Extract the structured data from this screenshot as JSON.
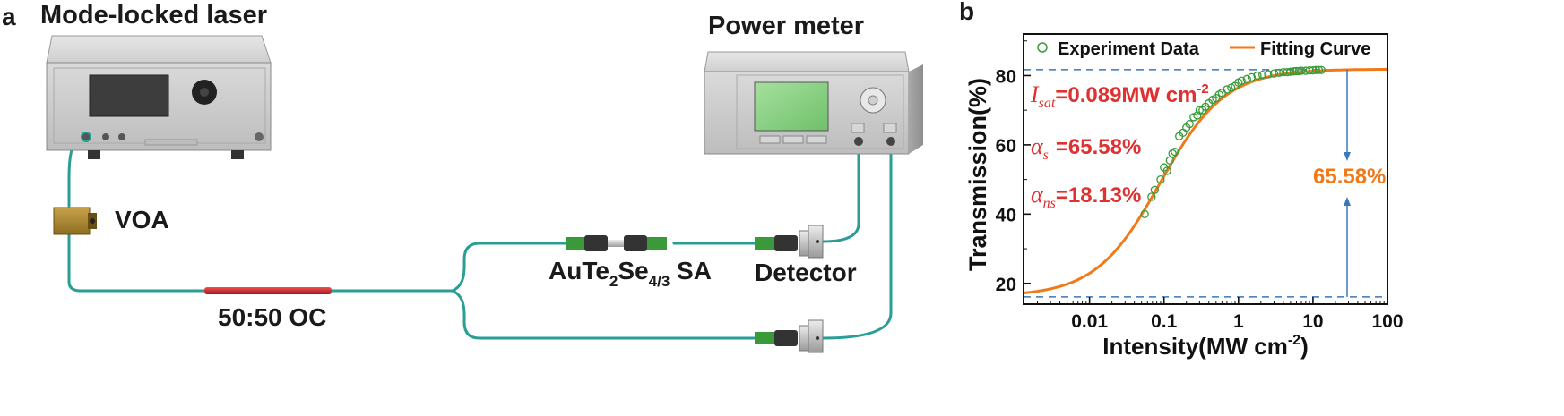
{
  "panel_a": {
    "tag": "a",
    "laser_label": "Mode-locked laser",
    "power_meter_label": "Power meter",
    "voa_label": "VOA",
    "coupler_label": "50:50 OC",
    "sa_label": {
      "base": "AuTe",
      "sub1": "2",
      "mid": "Se",
      "sub2": "4/3",
      "tail": " SA"
    },
    "detector_label": "Detector",
    "colors": {
      "fiber": "#2a9d94",
      "coupler": "#d42a2a",
      "device": "#c9c9c9",
      "screen": "#8fd48a"
    }
  },
  "panel_b": {
    "tag": "b",
    "annotation_isat": {
      "sym": "I",
      "sub": "sat",
      "text": "=0.089MW cm",
      "sup": "-2"
    },
    "annotation_as": {
      "sym": "α",
      "sub": "s",
      "text": "=65.58%"
    },
    "annotation_ans": {
      "sym": "α",
      "sub": "ns",
      "text": "=18.13%"
    },
    "depth_label": "65.58%",
    "colors": {
      "fit": "#f07a1a",
      "data": "#3a9a3a",
      "ref": "#3a78b8",
      "annot": "#e03030",
      "depth": "#f07a1a"
    }
  },
  "chart_data": {
    "type": "scatter",
    "xlabel": "Intensity(MW cm",
    "xlabel_sup": "-2",
    "xlabel_end": ")",
    "ylabel": "Transmission(%)",
    "xscale": "log",
    "xlim": [
      0.0013,
      100
    ],
    "ylim": [
      14,
      92
    ],
    "xticks": [
      0.01,
      0.1,
      1,
      10,
      100
    ],
    "xtick_labels": [
      "0.01",
      "0.1",
      "1",
      "10",
      "100"
    ],
    "yticks": [
      20,
      40,
      60,
      80
    ],
    "ytick_labels": [
      "20",
      "40",
      "60",
      "80"
    ],
    "legend": {
      "position": "top",
      "entries": [
        "Experiment Data",
        "Fitting Curve"
      ]
    },
    "reference_lines": [
      81.7,
      16.1
    ],
    "series": [
      {
        "name": "Experiment Data",
        "style": "open-circle",
        "x": [
          0.055,
          0.068,
          0.075,
          0.09,
          0.1,
          0.11,
          0.12,
          0.13,
          0.14,
          0.16,
          0.18,
          0.2,
          0.22,
          0.25,
          0.28,
          0.3,
          0.33,
          0.36,
          0.4,
          0.45,
          0.5,
          0.55,
          0.6,
          0.7,
          0.8,
          0.9,
          1.0,
          1.1,
          1.3,
          1.5,
          1.8,
          2.1,
          2.5,
          3,
          3.5,
          4,
          4.5,
          5,
          5.5,
          6,
          6.5,
          7,
          8,
          9,
          10,
          11,
          12,
          13
        ],
        "y": [
          40,
          45,
          47,
          50,
          53.5,
          52.5,
          55.5,
          57.5,
          58,
          62.5,
          63.5,
          65,
          66,
          68,
          68.5,
          70,
          70,
          71,
          72,
          73,
          73.5,
          74.5,
          75,
          76,
          76.5,
          77,
          78,
          78.5,
          79,
          79.5,
          80,
          80.2,
          80.4,
          80.6,
          80.8,
          81,
          81,
          81.1,
          81.2,
          81.3,
          81.3,
          81.4,
          81.4,
          81.5,
          81.5,
          81.6,
          81.6,
          81.6
        ]
      },
      {
        "name": "Fitting Curve",
        "style": "line",
        "model": {
          "alpha_s": 65.58,
          "alpha_ns": 18.13,
          "I_sat": 0.089
        }
      }
    ]
  }
}
